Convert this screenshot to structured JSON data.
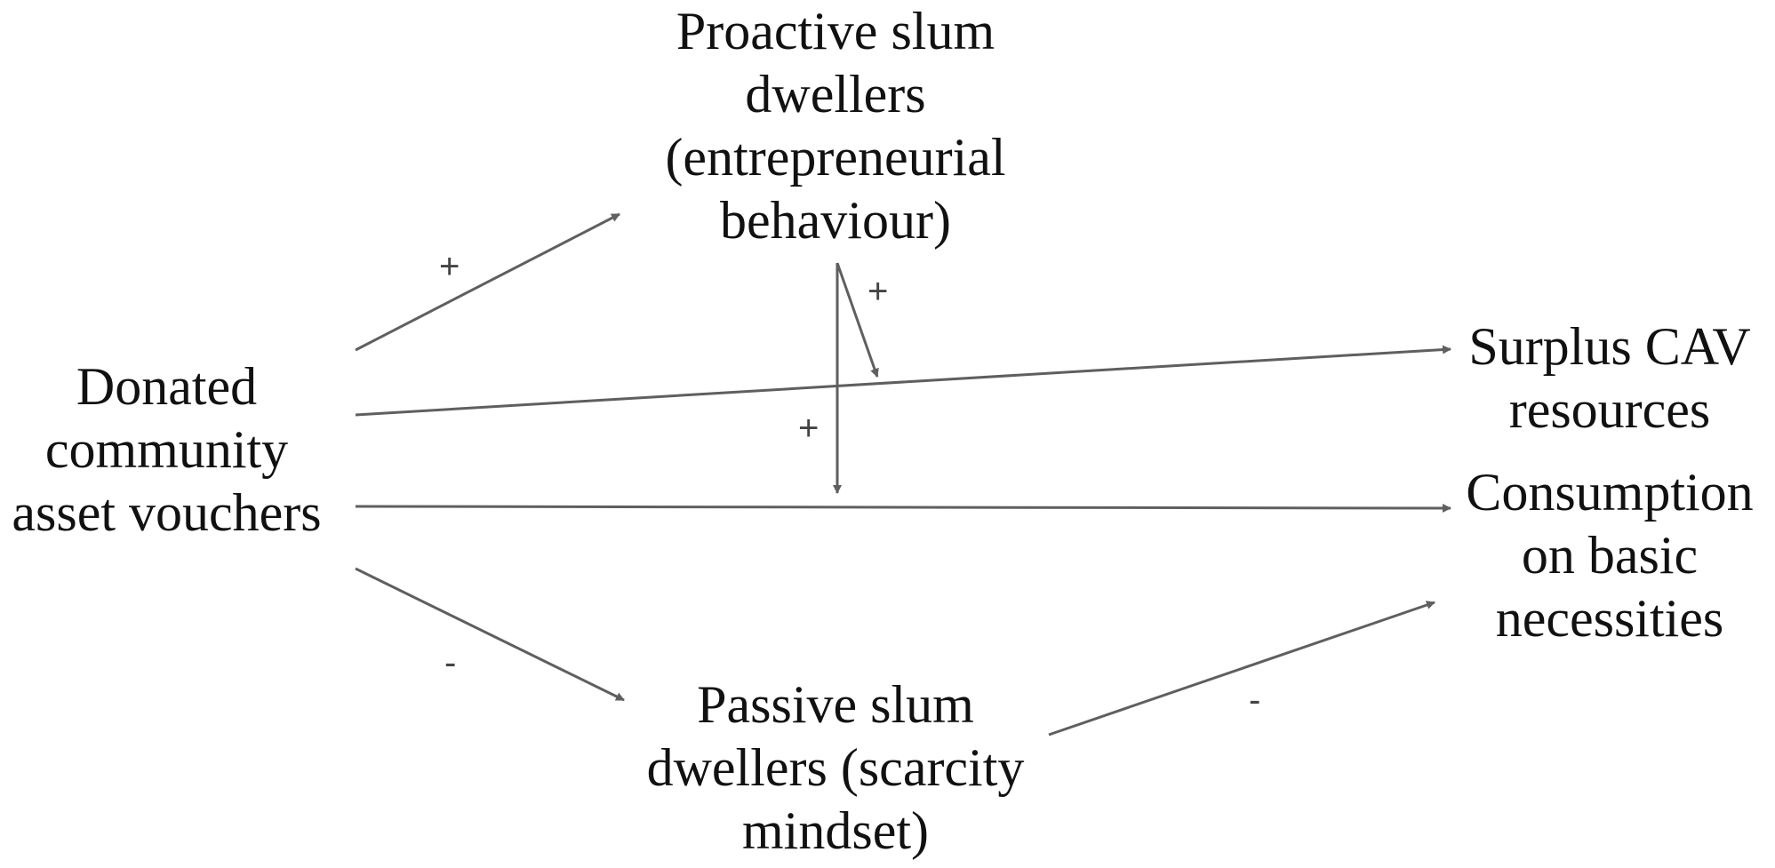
{
  "nodes": {
    "vouchers": {
      "label": "Donated\ncommunity\nasset vouchers"
    },
    "proactive": {
      "label": "Proactive slum\ndwellers\n(entrepreneurial\nbehaviour)"
    },
    "passive": {
      "label": "Passive slum\ndwellers (scarcity\nmindset)"
    },
    "surplus": {
      "label": "Surplus CAV\nresources"
    },
    "consumption": {
      "label": "Consumption\non basic\nnecessities"
    }
  },
  "edges": {
    "vouchers_to_proactive": {
      "from": "Donated community asset vouchers",
      "to": "Proactive slum dwellers (entrepreneurial behaviour)",
      "sign": "+"
    },
    "vouchers_to_surplus": {
      "from": "Donated community asset vouchers",
      "to": "Surplus CAV resources"
    },
    "vouchers_to_consumption": {
      "from": "Donated community asset vouchers",
      "to": "Consumption on basic necessities"
    },
    "vouchers_to_passive": {
      "from": "Donated community asset vouchers",
      "to": "Passive slum dwellers (scarcity mindset)",
      "sign": "-"
    },
    "proactive_moderates_surplus": {
      "from": "Proactive slum dwellers (entrepreneurial behaviour)",
      "to": "Surplus CAV resources path",
      "sign": "+"
    },
    "proactive_moderates_consumption": {
      "from": "Proactive slum dwellers (entrepreneurial behaviour)",
      "to": "Consumption on basic necessities path",
      "sign": "+"
    },
    "passive_to_consumption": {
      "from": "Passive slum dwellers (scarcity mindset)",
      "to": "Consumption on basic necessities",
      "sign": "-"
    }
  },
  "colors": {
    "arrow": "#5f5f5f",
    "text": "#111111",
    "sign": "#444444"
  }
}
